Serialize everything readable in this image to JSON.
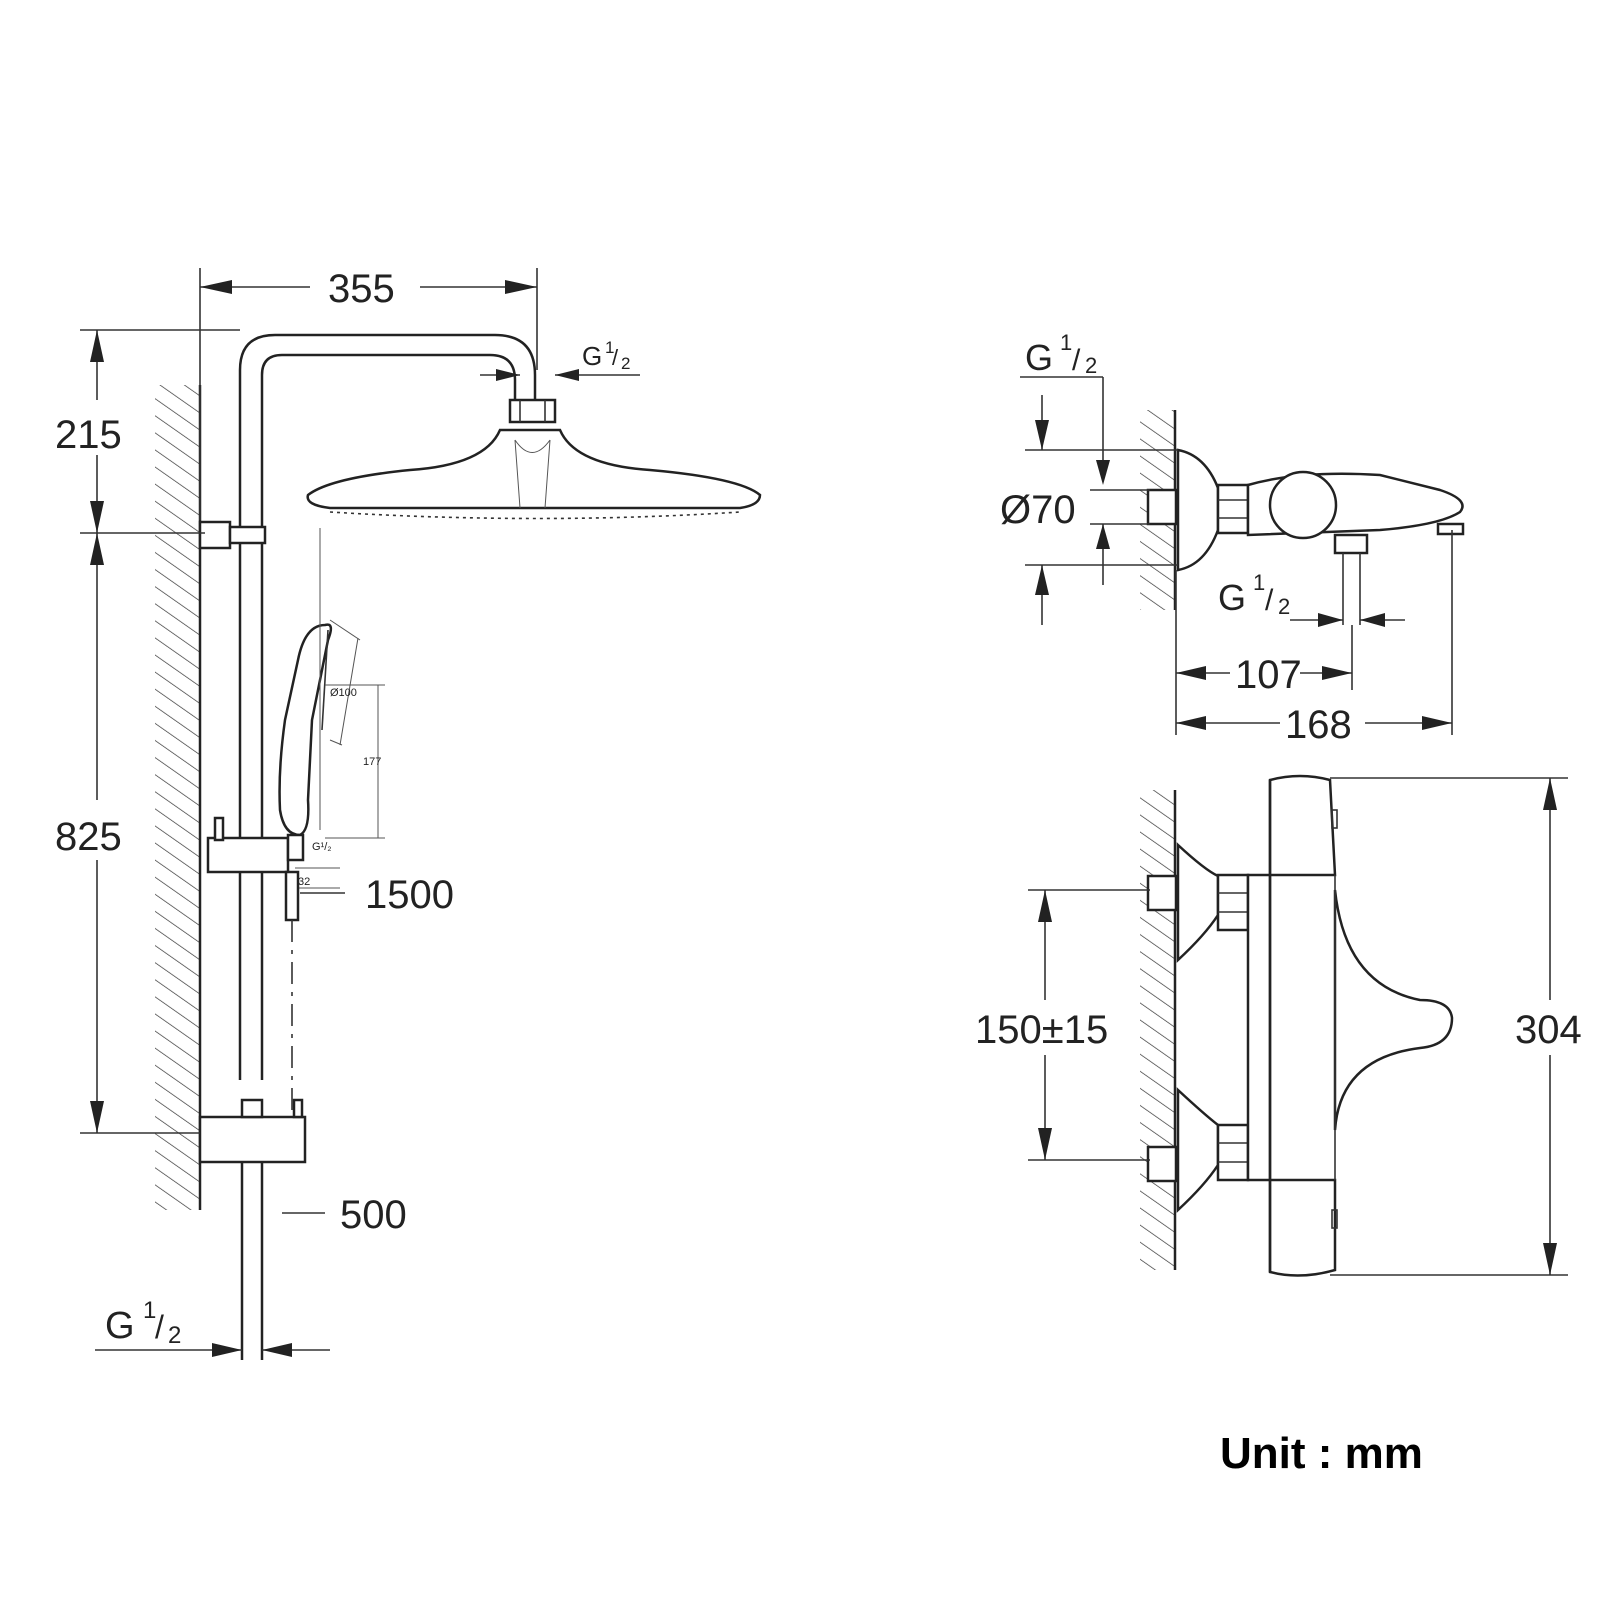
{
  "shower_column": {
    "dim_arm_projection": "355",
    "dim_head_height": "215",
    "dim_bracket_spacing": "825",
    "dim_hose_length": "1500",
    "dim_lower_pipe": "500",
    "handshower_diameter": "Ø100",
    "handshower_length": "177",
    "handshower_connection": "G¹/₂",
    "handshower_offset": "32",
    "thread_top": {
      "g": "G",
      "num": "1",
      "den": "2"
    },
    "thread_bottom": {
      "g": "G",
      "num": "1",
      "den": "2"
    }
  },
  "mixer_side": {
    "thread_inlet": {
      "g": "G",
      "num": "1",
      "den": "2"
    },
    "dim_diameter": "Ø70",
    "thread_outlet": {
      "g": "G",
      "num": "1",
      "den": "2"
    },
    "dim_outlet_distance": "107",
    "dim_projection": "168"
  },
  "mixer_front": {
    "dim_inlet_spacing": "150±15",
    "dim_height": "304"
  },
  "unit_label": "Unit : mm"
}
